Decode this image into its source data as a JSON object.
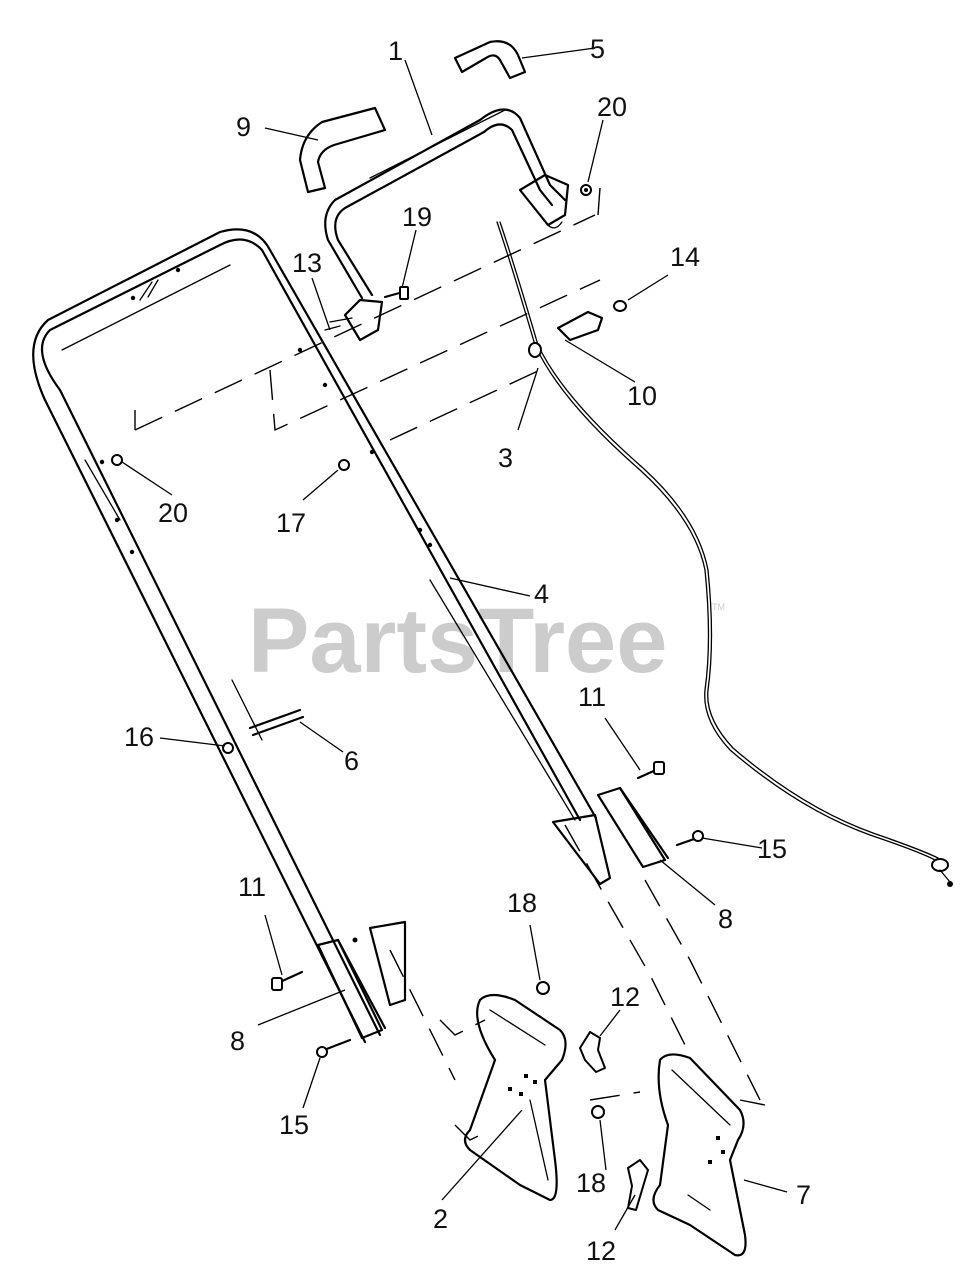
{
  "watermark": "PartsTree",
  "trademark": "TM",
  "callouts": {
    "c1": "1",
    "c2": "2",
    "c3": "3",
    "c4": "4",
    "c5": "5",
    "c6": "6",
    "c7": "7",
    "c8a": "8",
    "c8b": "8",
    "c9": "9",
    "c10": "10",
    "c11a": "11",
    "c11b": "11",
    "c12a": "12",
    "c12b": "12",
    "c13": "13",
    "c14": "14",
    "c15a": "15",
    "c15b": "15",
    "c16": "16",
    "c17": "17",
    "c18a": "18",
    "c18b": "18",
    "c19": "19",
    "c20a": "20",
    "c20b": "20"
  }
}
